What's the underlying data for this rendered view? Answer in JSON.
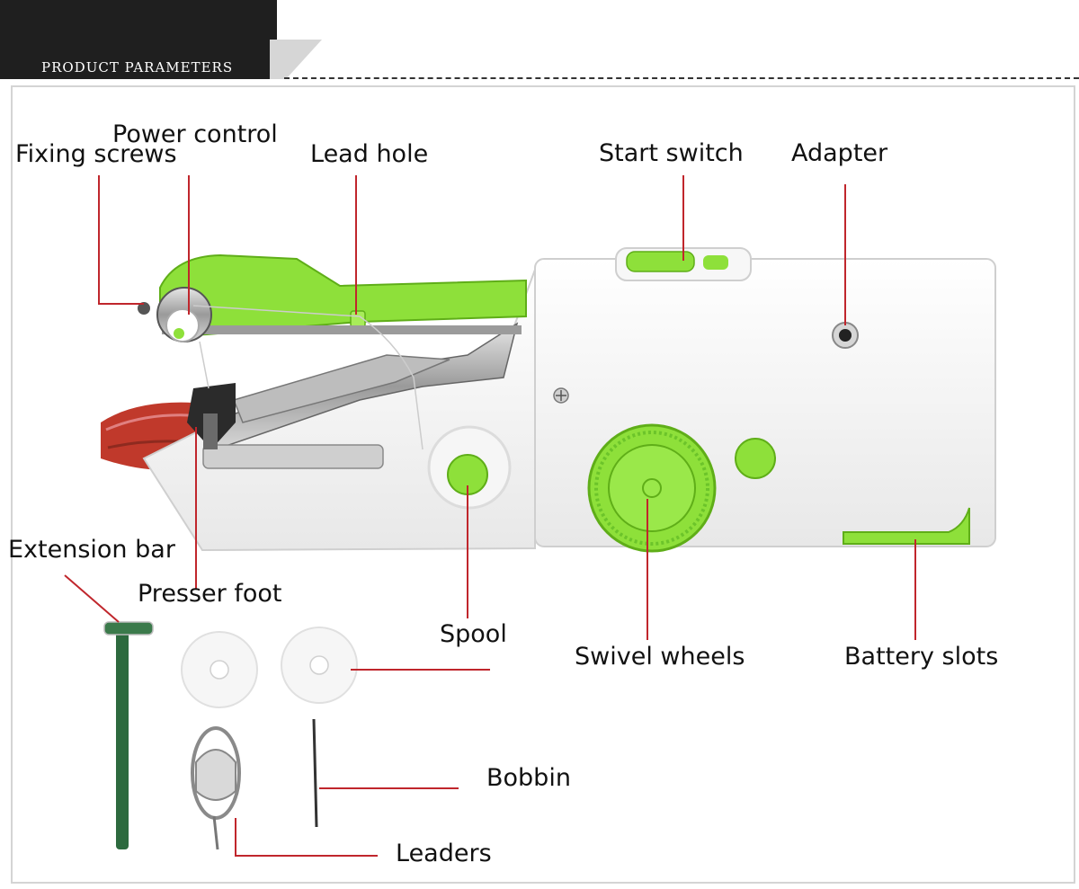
{
  "header": {
    "title": "PRODUCT PARAMETERS"
  },
  "colors": {
    "accent_green": "#8ee03a",
    "leader_red": "#c0262c",
    "body_white": "#f4f4f4"
  },
  "labels": {
    "fixing_screws": "Fixing screws",
    "power_control": "Power control",
    "lead_hole": "Lead hole",
    "start_switch": "Start switch",
    "adapter": "Adapter",
    "extension_bar": "Extension bar",
    "presser_foot": "Presser foot",
    "spool": "Spool",
    "swivel_wheels": "Swivel wheels",
    "battery_slots": "Battery slots",
    "bobbin": "Bobbin",
    "leaders": "Leaders"
  }
}
